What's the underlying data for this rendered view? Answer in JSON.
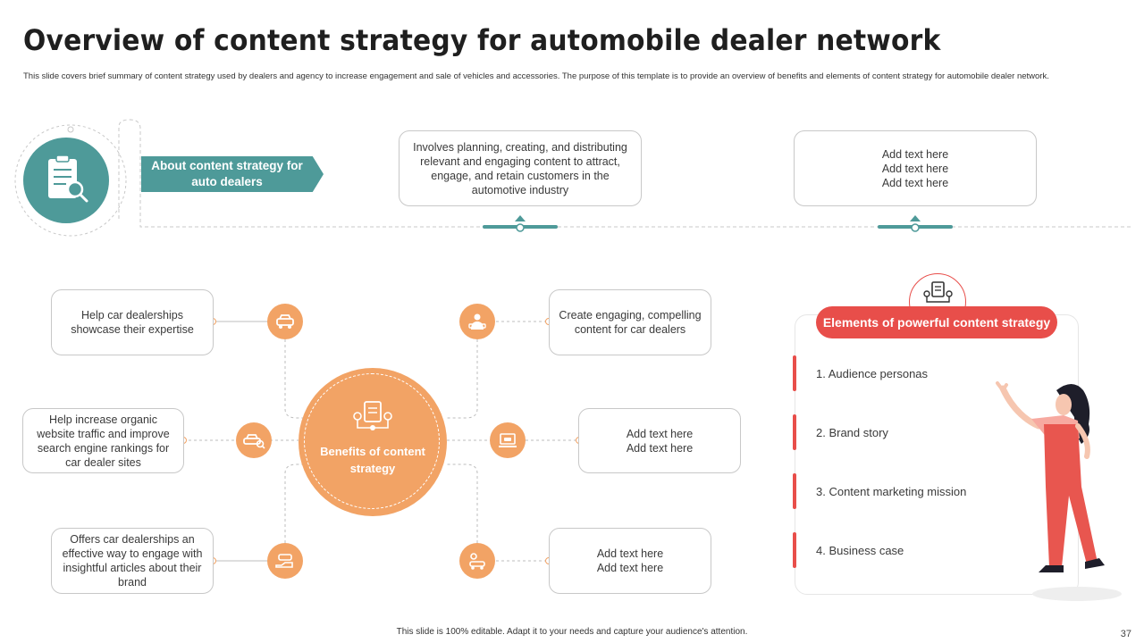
{
  "title": "Overview of content strategy for automobile dealer network",
  "subtitle": "This slide covers brief summary of content strategy used by dealers and agency to increase engagement and sale of vehicles and accessories. The purpose of this template  is to provide an overview of benefits and elements of content strategy for automobile dealer network.",
  "about": {
    "tag": "About content strategy for auto dealers",
    "box1": "Involves  planning, creating, and distributing relevant  and engaging content to attract, engage, and retain customers in the automotive industry",
    "box2": [
      "Add text here",
      "Add text here",
      "Add text here"
    ]
  },
  "benefits": {
    "hub": "Benefits of content strategy",
    "left": [
      "Help car dealerships showcase their expertise",
      "Help increase organic website traffic and improve search engine rankings for car dealer sites",
      "Offers  car dealerships an effective  way to engage with insightful articles about their brand"
    ],
    "right": [
      "Create engaging, compelling content for car dealers",
      "Add text here\nAdd text here",
      "Add text here\nAdd text here"
    ]
  },
  "elements": {
    "tag": "Elements of powerful content strategy",
    "items": [
      "1. Audience personas",
      "2. Brand story",
      "3. Content marketing mission",
      "4. Business case"
    ]
  },
  "footer": "This slide is 100% editable.  Adapt it to your needs and capture your audience's attention.",
  "page_number": "37",
  "colors": {
    "teal": "#4e9a99",
    "orange": "#f2a365",
    "red": "#e84e4a"
  }
}
